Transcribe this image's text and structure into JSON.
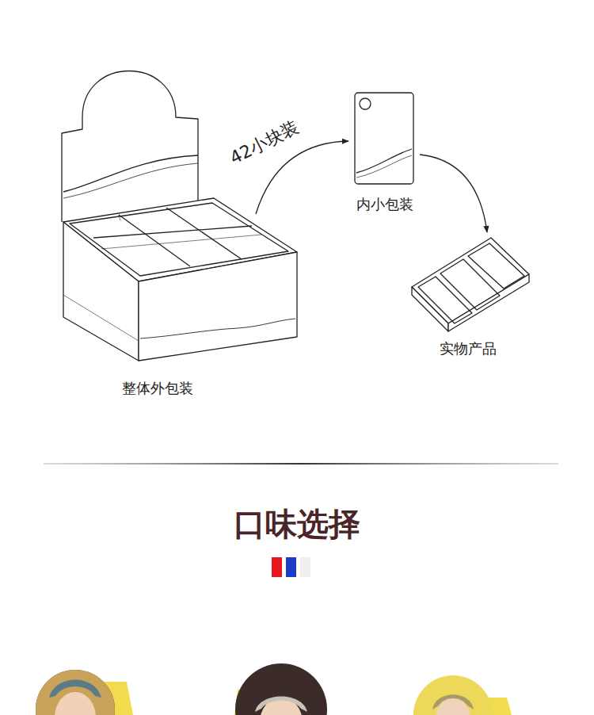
{
  "diagram": {
    "title": "口味选择",
    "nodes": [
      {
        "text": [
          "整体外包装"
        ]
      },
      {
        "text": [
          "内小包装"
        ]
      },
      {
        "text": [
          "实物产品"
        ]
      }
    ],
    "edges": [
      {
        "from": 0,
        "to": 1,
        "label": "42小块装",
        "arrow": "to"
      },
      {
        "from": 1,
        "to": 2,
        "arrow": "to"
      }
    ]
  }
}
